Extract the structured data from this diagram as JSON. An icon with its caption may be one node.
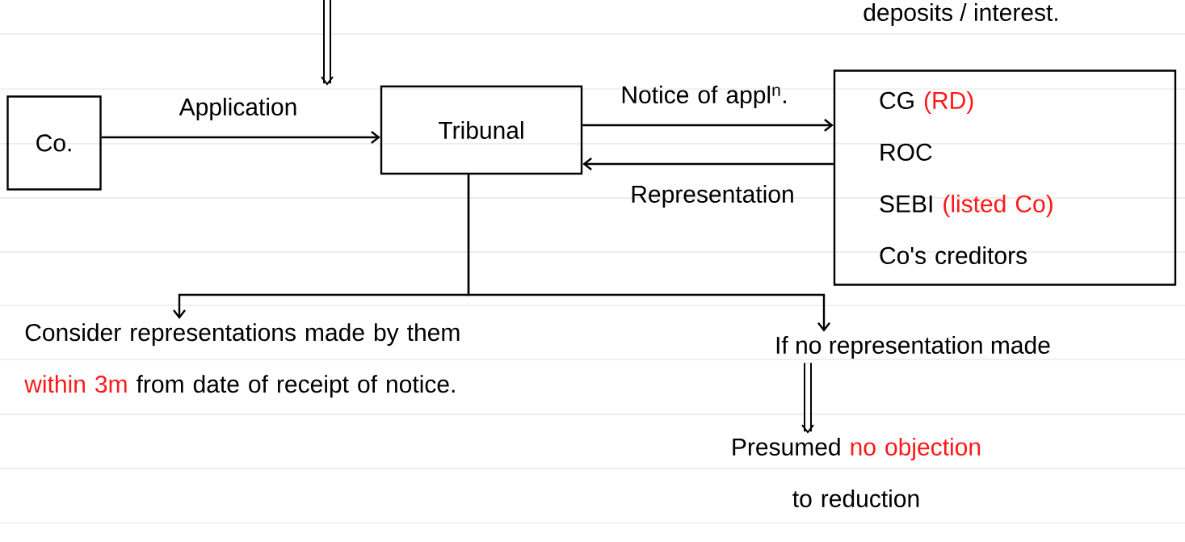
{
  "diagram": {
    "nodes": [
      {
        "text": [
          "Co."
        ]
      },
      {
        "text": [
          "Tribunal"
        ]
      },
      {
        "text": [
          "CG",
          "(RD)",
          "ROC",
          "SEBI",
          "(listed Co)",
          "Co's creditors"
        ]
      },
      {
        "text": [
          "Consider representations made by them",
          "within 3m",
          "from date of receipt of notice."
        ]
      },
      {
        "text": [
          "If no representation made"
        ]
      },
      {
        "text": [
          "Presumed",
          "no objection",
          "to reduction"
        ]
      }
    ],
    "edges": [
      {
        "from": null,
        "to": 1,
        "arrow": "to",
        "style": "thick"
      },
      {
        "from": 0,
        "to": 1,
        "arrow": "to",
        "label": "Application"
      },
      {
        "from": 1,
        "to": 2,
        "arrow": "to",
        "label": "Notice of appl$^{n}$."
      },
      {
        "from": 2,
        "to": 1,
        "arrow": "to",
        "label": "Representation"
      },
      {
        "from": 1,
        "to": 3,
        "arrow": "to"
      },
      {
        "from": 1,
        "to": 4,
        "arrow": "to"
      },
      {
        "from": 4,
        "to": 5,
        "arrow": "to",
        "style": "thick"
      }
    ],
    "labels": [
      "deposits / interest."
    ]
  }
}
